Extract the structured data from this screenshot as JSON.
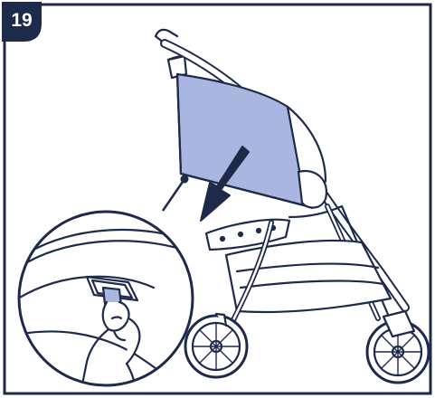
{
  "step": {
    "number": "19"
  },
  "colors": {
    "stroke": "#1e2a4a",
    "canopy": "#a9b6e0",
    "canopy_shade": "#93a3d6",
    "arrow": "#1e2a4a",
    "badge": "#1e2a4a",
    "background": "#ffffff"
  },
  "icons": {
    "stroller": "stroller-illustration",
    "arrow": "down-arrow-icon",
    "detail": "magnified-detail-inset",
    "hand": "hand-pressing-button"
  }
}
